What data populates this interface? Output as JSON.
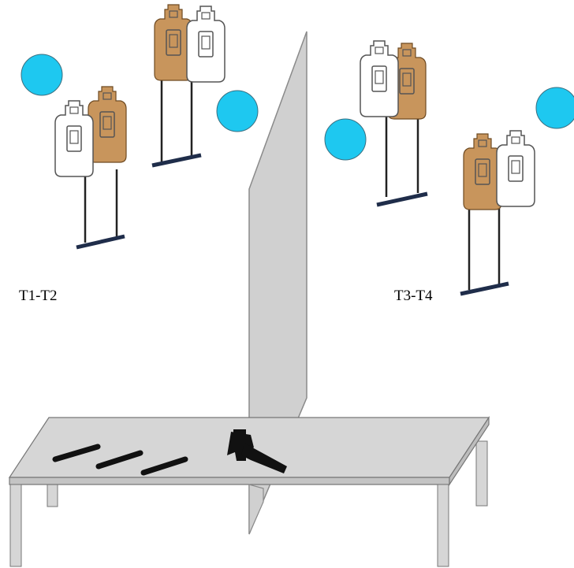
{
  "labels": {
    "group_left": "T1-T2",
    "group_right": "T3-T4"
  },
  "colors": {
    "background": "#ffffff",
    "steel_target": "#1ec8f0",
    "tan_target": "#c8955c",
    "white_target": "#ffffff",
    "wall": "#d0d0d0",
    "table": "#d6d6d6",
    "stand_base": "#1f2d4a",
    "outline": "#555555"
  },
  "icons": {
    "steel_plate": "circle",
    "paper_target": "ipsc-silhouette",
    "handgun": "pistol",
    "magazine": "bar"
  }
}
